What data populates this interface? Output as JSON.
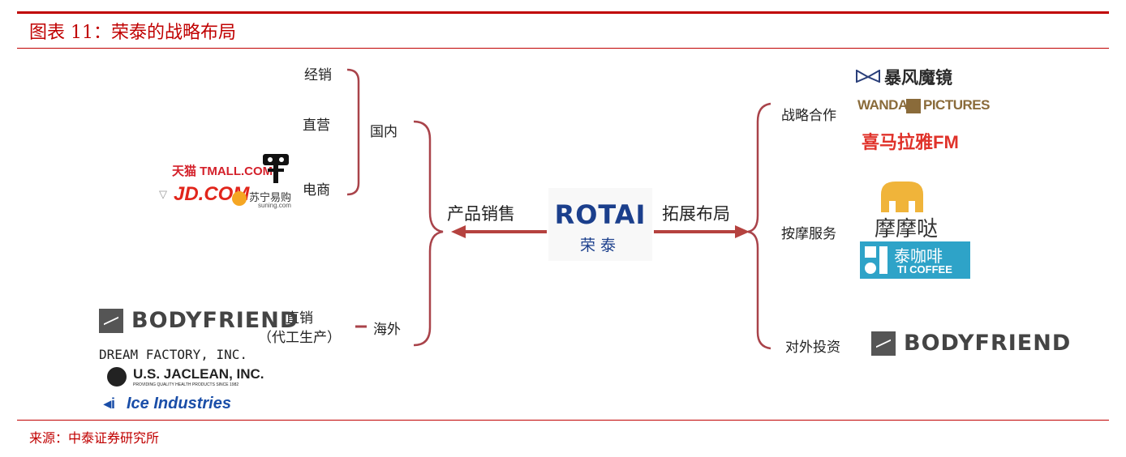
{
  "header": {
    "title": "图表 11：荣泰的战略布局"
  },
  "footer": {
    "source": "来源：中泰证券研究所"
  },
  "center": {
    "brand": "ROTAI",
    "brand_cn": "荣泰"
  },
  "left": {
    "branch_label": "产品销售",
    "domestic": {
      "label": "国内",
      "channels": [
        "经销",
        "直营",
        "电商"
      ]
    },
    "overseas": {
      "label": "海外",
      "channel_line1": "直销",
      "channel_line2": "（代工生产）"
    },
    "ecommerce_logos": {
      "tmall": "天猫 TMALL.COM",
      "jd": "JD.COM",
      "jd_cn": "京东",
      "suning": "苏宁易购",
      "suning_en": "suning.com"
    },
    "overseas_logos": {
      "bodyfriend": "BODYFRIEND",
      "dream_factory": "DREAM FACTORY, INC.",
      "jaclean": "U.S. JACLEAN, INC.",
      "jaclean_sub": "PROVIDING QUALITY HEALTH PRODUCTS SINCE 1982",
      "ice": "Ice Industries"
    }
  },
  "right": {
    "branch_label": "拓展布局",
    "items": [
      {
        "label": "战略合作"
      },
      {
        "label": "按摩服务"
      },
      {
        "label": "对外投资"
      }
    ],
    "cooperation_logos": {
      "storm": "暴风魔镜",
      "wanda_left": "WANDA",
      "wanda_right": "PICTURES",
      "ximalaya": "喜马拉雅FM"
    },
    "service_logos": {
      "momoda": "摩摩哒",
      "coffee_cn": "泰咖啡",
      "coffee_en": "TI COFFEE"
    },
    "investment_logos": {
      "bodyfriend": "BODYFRIEND"
    }
  },
  "colors": {
    "accent": "#c00000",
    "arrow": "#b5423f",
    "brace": "#a9434a",
    "brand_blue": "#1b3f8c"
  }
}
